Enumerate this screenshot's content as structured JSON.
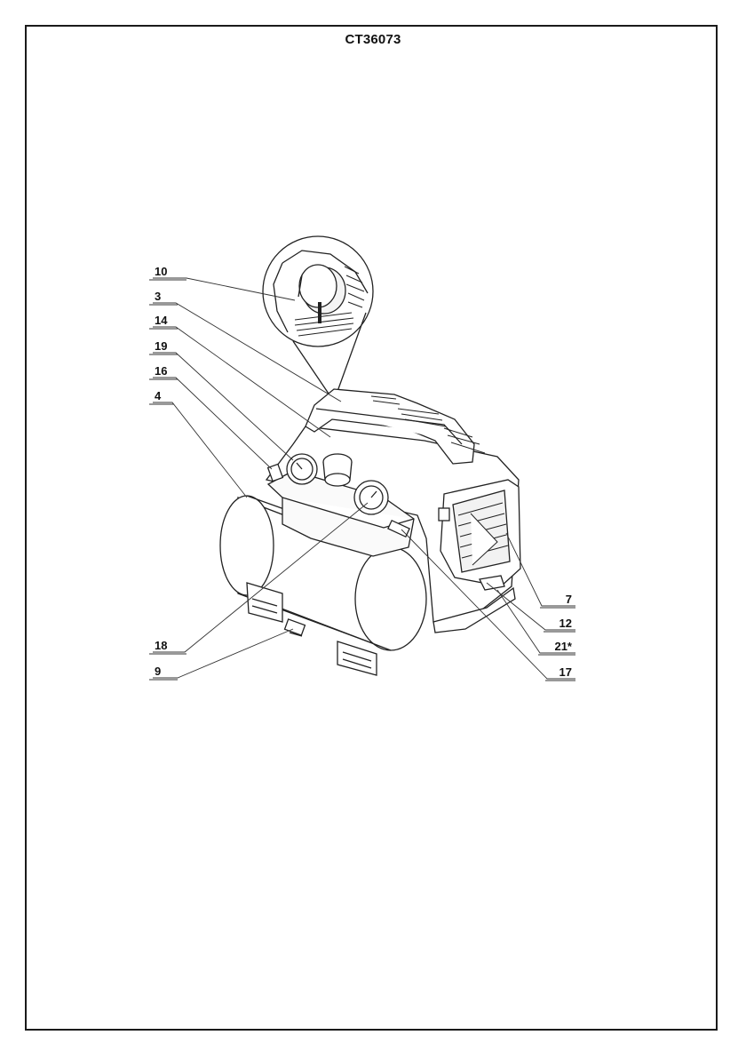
{
  "header": {
    "model": "CT36073"
  },
  "diagram": {
    "labels": [
      "10",
      "3",
      "14",
      "19",
      "16",
      "4",
      "18",
      "9",
      "7",
      "12",
      "21*",
      "17"
    ]
  }
}
